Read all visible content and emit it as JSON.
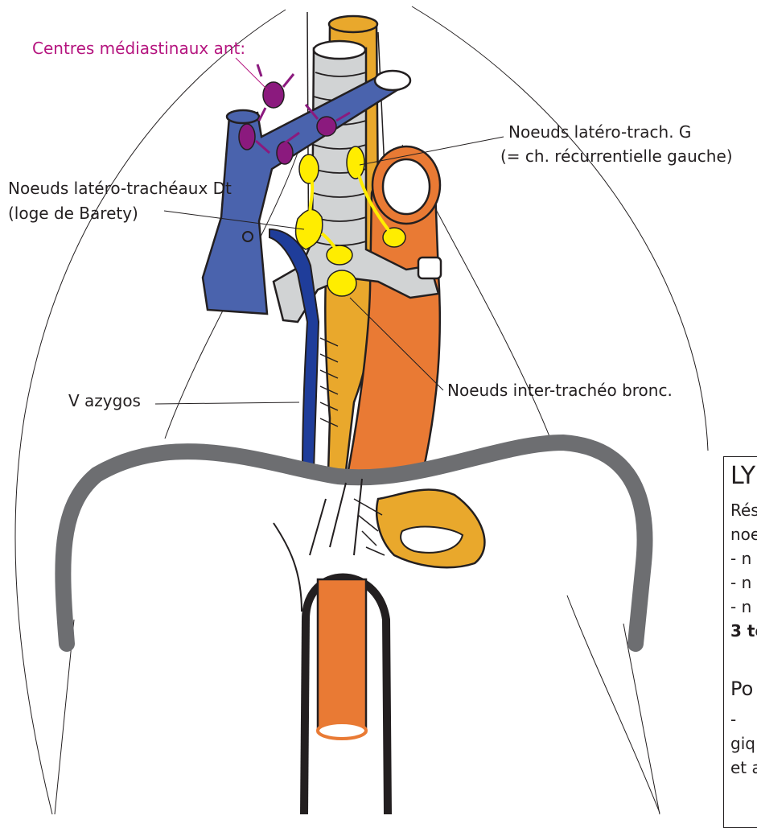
{
  "labels": {
    "centres_mediastinaux": "Centres médiastinaux ant:",
    "lat_trach_g_line1": "Noeuds latéro-trach. G",
    "lat_trach_g_line2": "(= ch. récurrentielle gauche)",
    "lat_trach_dt_line1": "Noeuds latéro-trachéaux Dt",
    "lat_trach_dt_line2": "(loge de Barety)",
    "v_azygos": "V azygos",
    "inter_tracheo": "Noeuds inter-trachéo bronc."
  },
  "legend_box": {
    "title": "LY",
    "lines": [
      "Rés",
      "noe",
      " - n",
      " - n",
      " - n"
    ],
    "bold_line": "3 te",
    "subtitle": "Po",
    "tail_lines": [
      " - ",
      "giq",
      "et a"
    ]
  },
  "colors": {
    "svc_blue": "#4a63ad",
    "azygos_blue": "#1f3d9a",
    "trachea_gray": "#d1d3d4",
    "esophagus_gold": "#e9a82c",
    "aorta_orange": "#e97a34",
    "node_yellow": "#ffed00",
    "node_purple": "#8b1a7e",
    "diaphragm_gray": "#6d6e71",
    "label_magenta": "#b5157f"
  }
}
